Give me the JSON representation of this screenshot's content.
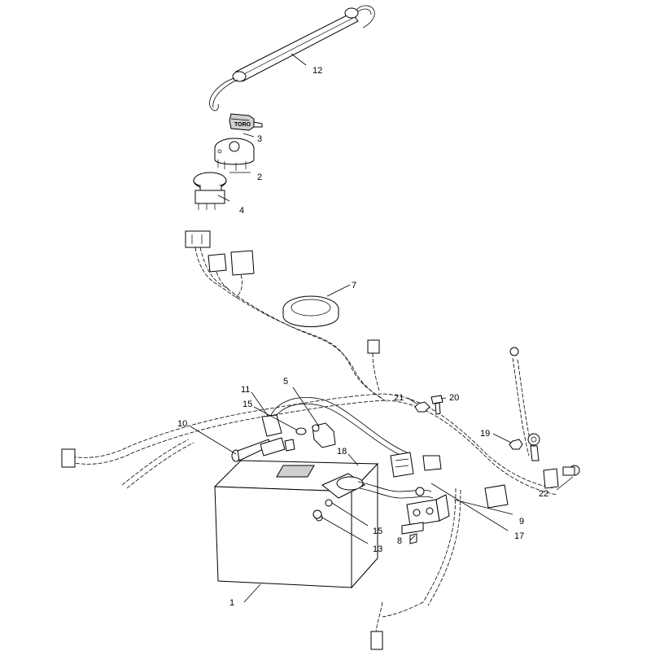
{
  "callouts": {
    "c1": "1",
    "c2": "2",
    "c3": "3",
    "c4": "4",
    "c5": "5",
    "c7": "7",
    "c8": "8",
    "c9": "9",
    "c10": "10",
    "c11": "11",
    "c12": "12",
    "c13": "13",
    "c15a": "15",
    "c15b": "15",
    "c17": "17",
    "c18": "18",
    "c19": "19",
    "c20": "20",
    "c21": "21",
    "c22": "22"
  },
  "key_label": "TORO"
}
